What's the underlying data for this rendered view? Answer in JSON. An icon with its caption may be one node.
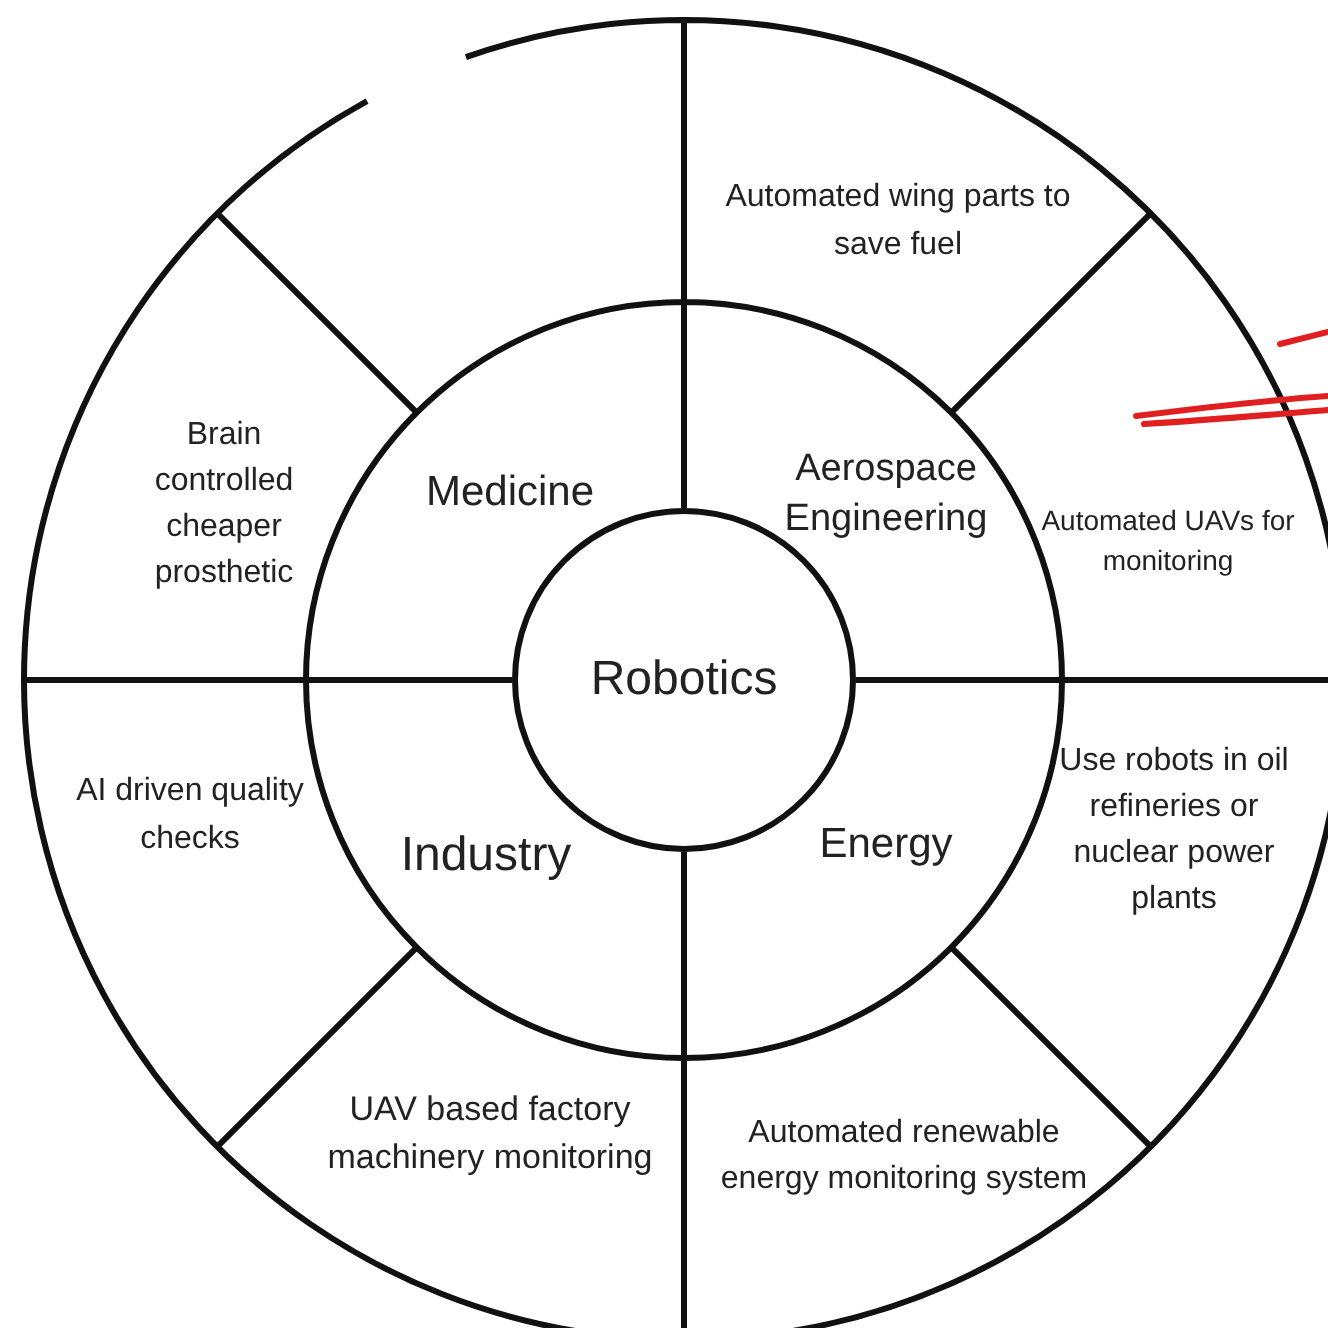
{
  "diagram": {
    "nodes": [
      {
        "text": [
          "Robotics"
        ]
      },
      {
        "text": [
          "Medicine"
        ]
      },
      {
        "text": [
          "Aerospace Engineering"
        ]
      },
      {
        "text": [
          "Industry"
        ]
      },
      {
        "text": [
          "Energy"
        ]
      },
      {
        "text": [
          "Automated wing parts to save fuel"
        ]
      },
      {
        "text": [
          "Automated UAVs for monitoring"
        ]
      },
      {
        "text": [
          "Use robots in oil refineries or nuclear power plants"
        ]
      },
      {
        "text": [
          "Automated renewable energy monitoring system"
        ]
      },
      {
        "text": [
          "UAV based factory machinery monitoring"
        ]
      },
      {
        "text": [
          "AI driven quality checks"
        ]
      },
      {
        "text": [
          "Brain controlled cheaper prosthetic"
        ]
      }
    ]
  }
}
